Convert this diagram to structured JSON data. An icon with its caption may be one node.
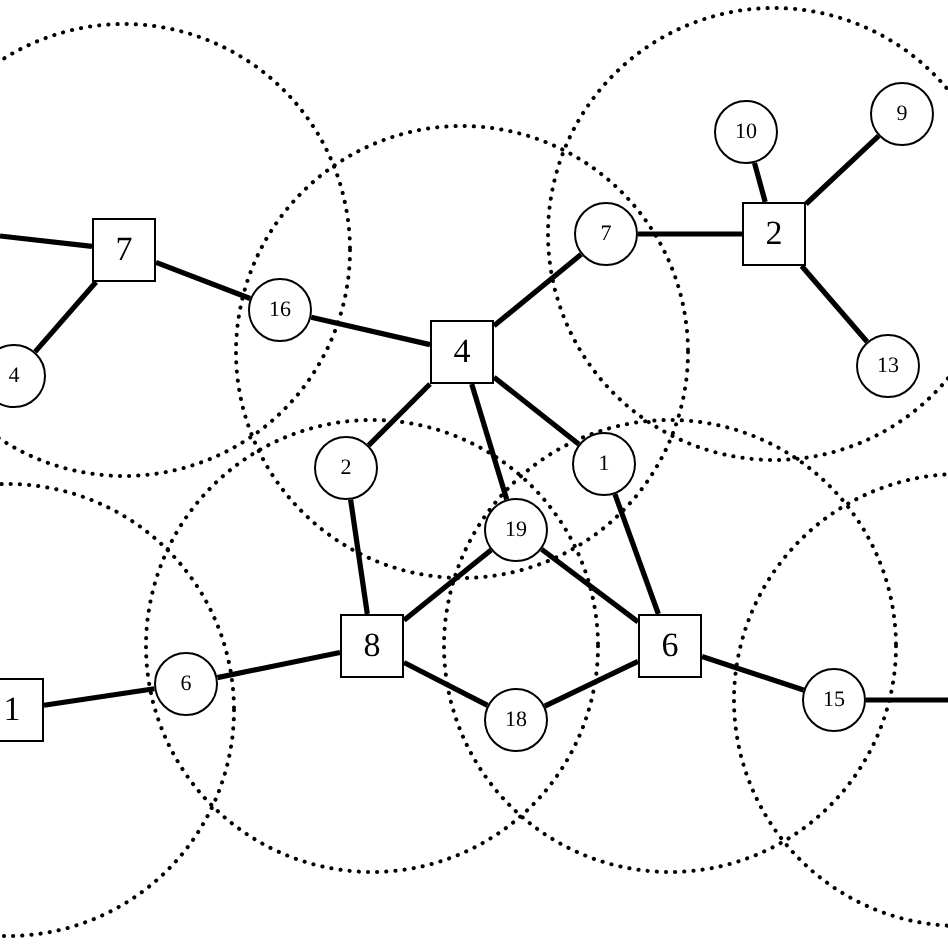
{
  "diagram": {
    "nodes": [
      {
        "text": [
          "10"
        ]
      },
      {
        "text": [
          "9"
        ]
      },
      {
        "text": [
          "7"
        ]
      },
      {
        "text": [
          "7"
        ]
      },
      {
        "text": [
          "2"
        ]
      },
      {
        "text": [
          "16"
        ]
      },
      {
        "text": [
          "4"
        ]
      },
      {
        "text": [
          "13"
        ]
      },
      {
        "text": [
          "4"
        ]
      },
      {
        "text": [
          "2"
        ]
      },
      {
        "text": [
          "1"
        ]
      },
      {
        "text": [
          "19"
        ]
      },
      {
        "text": [
          "8"
        ]
      },
      {
        "text": [
          "6"
        ]
      },
      {
        "text": [
          "6"
        ]
      },
      {
        "text": [
          "18"
        ]
      },
      {
        "text": [
          "15"
        ]
      },
      {
        "text": [
          "1"
        ]
      }
    ],
    "edges": [
      {
        "from": null,
        "to": 2,
        "arrow": "none"
      },
      {
        "from": 2,
        "to": 8,
        "arrow": "none"
      },
      {
        "from": 2,
        "to": 5,
        "arrow": "none"
      },
      {
        "from": 5,
        "to": 6,
        "arrow": "none"
      },
      {
        "from": 6,
        "to": 3,
        "arrow": "none"
      },
      {
        "from": 3,
        "to": 4,
        "arrow": "none"
      },
      {
        "from": 4,
        "to": 0,
        "arrow": "none"
      },
      {
        "from": 4,
        "to": 1,
        "arrow": "none"
      },
      {
        "from": 4,
        "to": 7,
        "arrow": "none"
      },
      {
        "from": 6,
        "to": 9,
        "arrow": "none"
      },
      {
        "from": 6,
        "to": 11,
        "arrow": "none"
      },
      {
        "from": 6,
        "to": 10,
        "arrow": "none"
      },
      {
        "from": 9,
        "to": 12,
        "arrow": "none"
      },
      {
        "from": 11,
        "to": 12,
        "arrow": "none"
      },
      {
        "from": 11,
        "to": 13,
        "arrow": "none"
      },
      {
        "from": 10,
        "to": 13,
        "arrow": "none"
      },
      {
        "from": 12,
        "to": 15,
        "arrow": "none"
      },
      {
        "from": 15,
        "to": 13,
        "arrow": "none"
      },
      {
        "from": 13,
        "to": 16,
        "arrow": "none"
      },
      {
        "from": 16,
        "to": null,
        "arrow": "none"
      },
      {
        "from": 17,
        "to": 14,
        "arrow": "none"
      },
      {
        "from": 14,
        "to": 12,
        "arrow": "none"
      }
    ]
  }
}
